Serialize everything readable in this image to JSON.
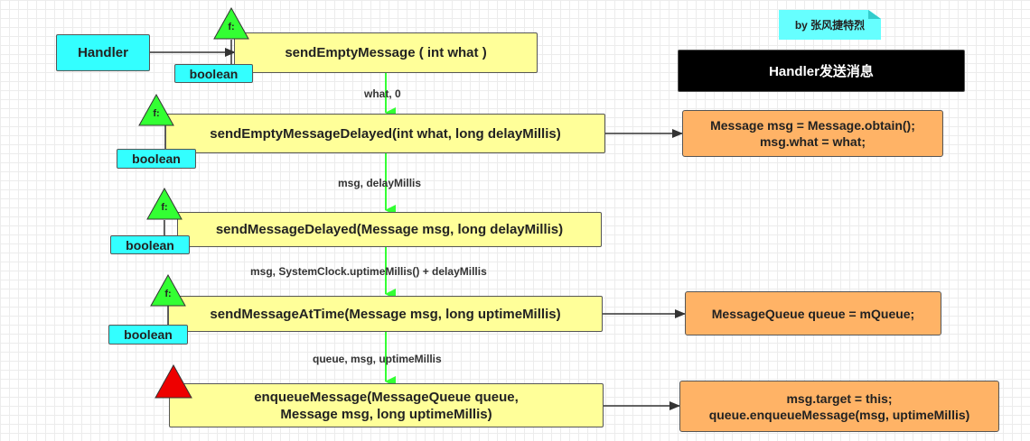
{
  "note": "by 张风捷特烈",
  "title": "Handler发送消息",
  "handler_label": "Handler",
  "return_type": "boolean",
  "final_marker": "f:",
  "methods": [
    {
      "text": "sendEmptyMessage ( int what )"
    },
    {
      "text": "sendEmptyMessageDelayed(int what, long delayMillis)"
    },
    {
      "text": "sendMessageDelayed(Message msg, long delayMillis)"
    },
    {
      "text": "sendMessageAtTime(Message msg, long uptimeMillis)"
    },
    {
      "line1": "enqueueMessage(MessageQueue queue,",
      "line2": "Message msg, long uptimeMillis)"
    }
  ],
  "edge_labels": [
    "what, 0",
    "msg, delayMillis",
    "msg, SystemClock.uptimeMillis() + delayMillis",
    "queue, msg, uptimeMillis"
  ],
  "notes": [
    {
      "line1": "Message msg = Message.obtain();",
      "line2": "msg.what = what;"
    },
    {
      "line1": "MessageQueue queue = mQueue;"
    },
    {
      "line1": "msg.target = this;",
      "line2": "queue.enqueueMessage(msg, uptimeMillis)"
    }
  ],
  "colors": {
    "method_fill": "#ffff99",
    "type_fill": "#33ffff",
    "note_fill": "#ffb366",
    "final_marker": "#33ff33",
    "private_marker": "#ee0000",
    "flow_arrow": "#33ff33",
    "title_fill": "#000000"
  }
}
